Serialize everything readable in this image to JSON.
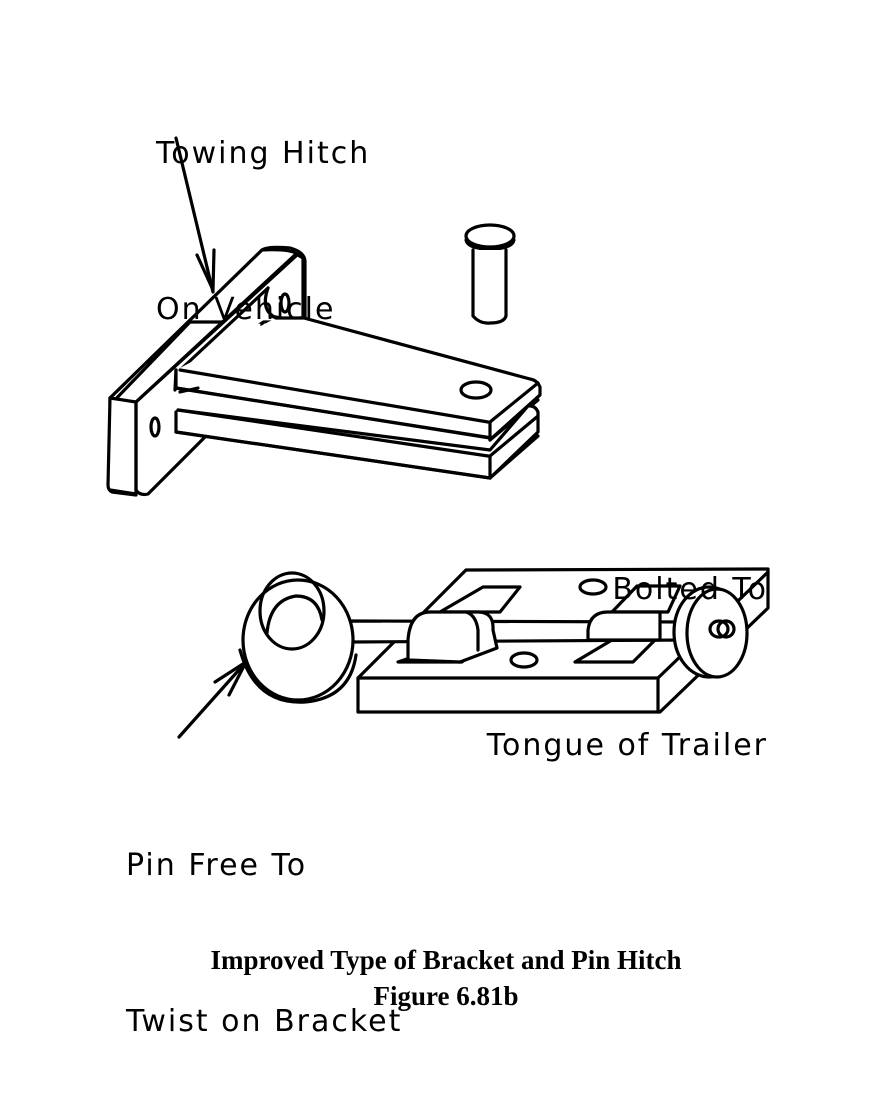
{
  "labels": {
    "towing_hitch": [
      "Towing Hitch",
      "On Vehicle"
    ],
    "bolted_to": [
      "Bolted To",
      "Tongue of Trailer"
    ],
    "pin_free": [
      "Pin Free To",
      "Twist on Bracket"
    ]
  },
  "caption": {
    "title": "Improved Type of Bracket and Pin Hitch",
    "figure": "Figure 6.81b"
  },
  "parts": [
    "towing-hitch-bracket",
    "hitch-pin",
    "trailer-tongue-bracket",
    "eye-ring",
    "pin-shaft",
    "end-disc"
  ]
}
